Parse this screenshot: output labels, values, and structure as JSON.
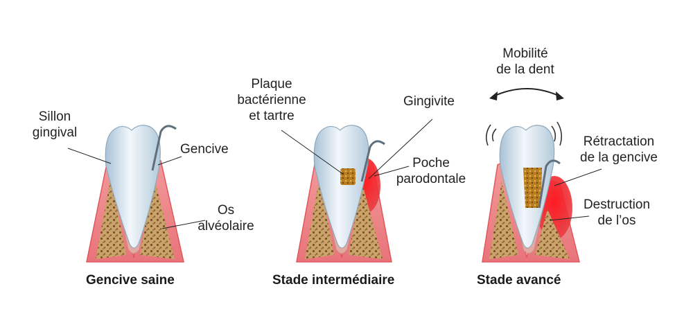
{
  "stages": [
    {
      "caption": "Gencive saine",
      "labels": {
        "sulcus": [
          "Sillon",
          "gingival"
        ],
        "gum": "Gencive",
        "bone": [
          "Os",
          "alvéolaire"
        ]
      }
    },
    {
      "caption": "Stade intermédiaire",
      "labels": {
        "plaque": [
          "Plaque",
          "bactérienne",
          "et tartre"
        ],
        "gingivitis": "Gingivite",
        "pocket": [
          "Poche",
          "parodontale"
        ]
      }
    },
    {
      "caption": "Stade avancé",
      "labels": {
        "mobility": [
          "Mobilité",
          "de la dent"
        ],
        "recession": [
          "Rétractation",
          "de la gencive"
        ],
        "bone_destruction": [
          "Destruction",
          "de l’os"
        ]
      }
    }
  ],
  "colors": {
    "gum_healthy": "#f08a8a",
    "gum_inflamed": "#e8202a",
    "bone": "#c9a36a",
    "tooth": "#dde9f2",
    "tartar": "#b07418"
  }
}
